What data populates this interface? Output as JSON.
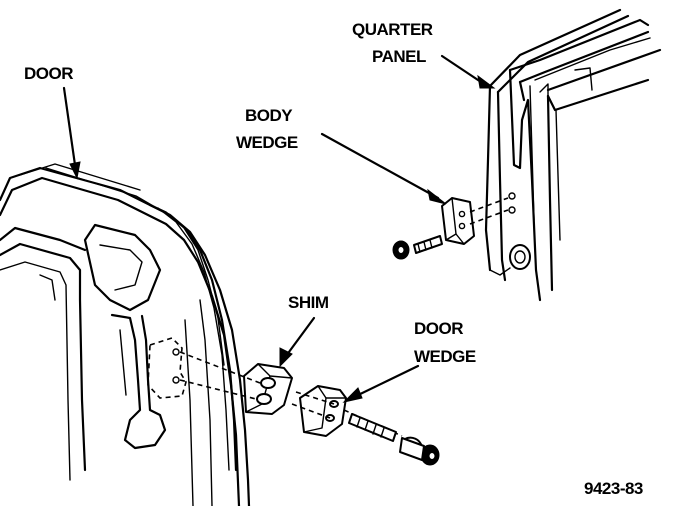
{
  "labels": {
    "door": "DOOR",
    "quarter_panel_line1": "QUARTER",
    "quarter_panel_line2": "PANEL",
    "body_wedge_line1": "BODY",
    "body_wedge_line2": "WEDGE",
    "shim": "SHIM",
    "door_wedge_line1": "DOOR",
    "door_wedge_line2": "WEDGE",
    "figure_number": "9423-83"
  }
}
